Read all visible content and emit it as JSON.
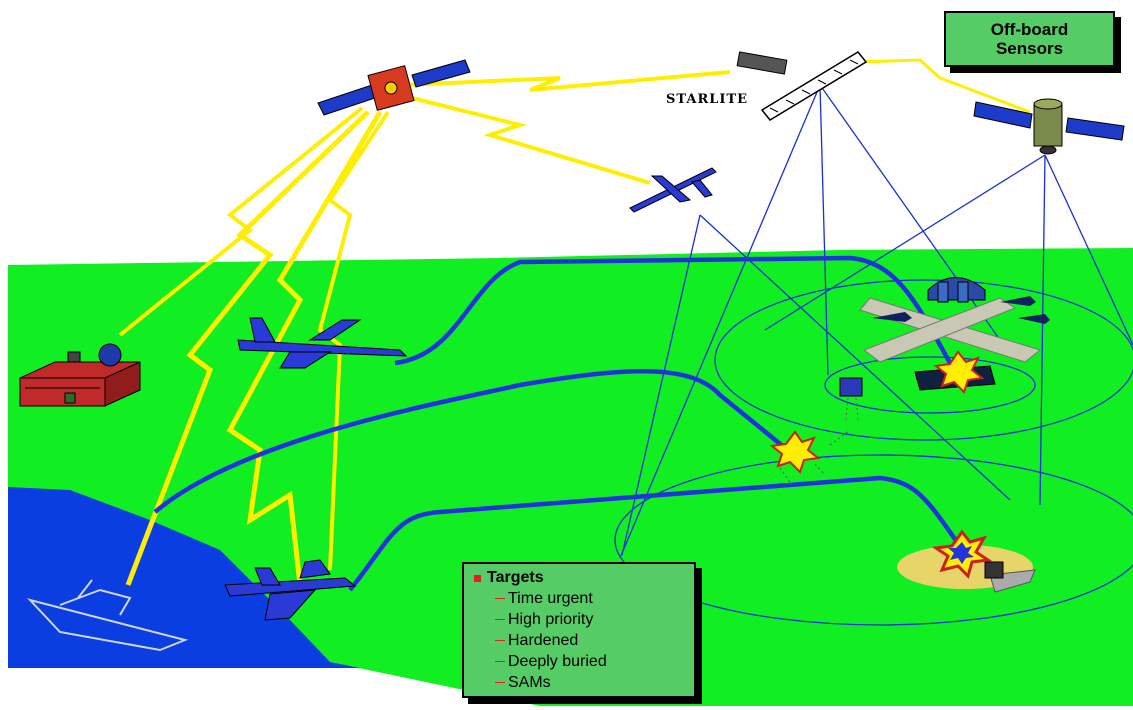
{
  "labels": {
    "sensors_title": "Off-board\nSensors",
    "starlite": "STARLITE",
    "targets_title": "Targets",
    "targets_items": [
      "Time urgent",
      "High priority",
      "Hardened",
      "Deeply buried",
      "SAMs"
    ]
  },
  "colors": {
    "ground": "#11ee22",
    "sea": "#0a3ee0",
    "link": "#ffee00",
    "path": "#2233dd",
    "sensor_box": "#55cc66",
    "bullet": "#e02020"
  }
}
